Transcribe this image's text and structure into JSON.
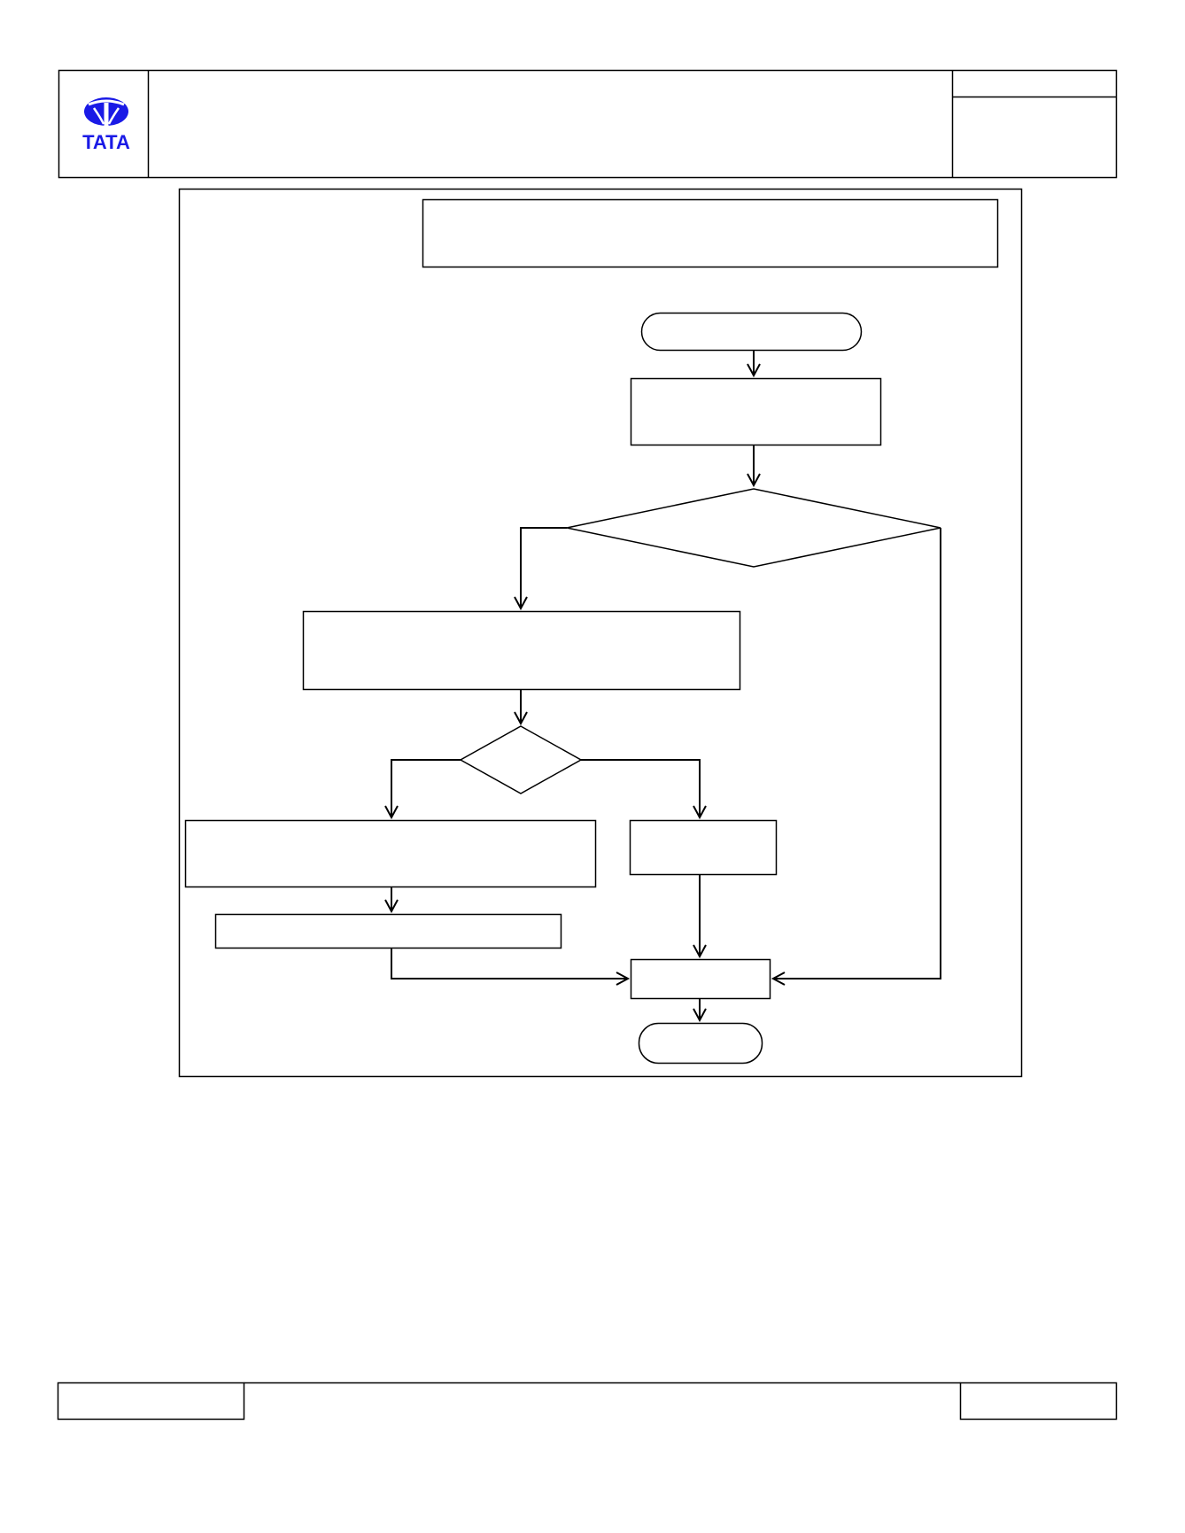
{
  "header": {
    "logo": {
      "icon": "tata-logo-icon",
      "wordmark": "TATA",
      "color": "#1a1ae6"
    }
  },
  "flowchart": {
    "nodes": [
      {
        "id": "title-box",
        "shape": "rectangle",
        "label": ""
      },
      {
        "id": "start-terminal",
        "shape": "terminal",
        "label": ""
      },
      {
        "id": "process-1",
        "shape": "rectangle",
        "label": ""
      },
      {
        "id": "decision-1",
        "shape": "diamond",
        "label": ""
      },
      {
        "id": "process-2",
        "shape": "rectangle",
        "label": ""
      },
      {
        "id": "decision-2",
        "shape": "diamond",
        "label": ""
      },
      {
        "id": "process-3",
        "shape": "rectangle",
        "label": ""
      },
      {
        "id": "process-4",
        "shape": "rectangle",
        "label": ""
      },
      {
        "id": "process-5",
        "shape": "rectangle",
        "label": ""
      },
      {
        "id": "process-6",
        "shape": "rectangle",
        "label": ""
      },
      {
        "id": "end-terminal",
        "shape": "terminal",
        "label": ""
      }
    ],
    "edges": [
      {
        "from": "start-terminal",
        "to": "process-1"
      },
      {
        "from": "process-1",
        "to": "decision-1"
      },
      {
        "from": "decision-1",
        "to": "process-2"
      },
      {
        "from": "decision-1",
        "to": "process-6"
      },
      {
        "from": "process-2",
        "to": "decision-2"
      },
      {
        "from": "decision-2",
        "to": "process-3"
      },
      {
        "from": "decision-2",
        "to": "process-4"
      },
      {
        "from": "process-3",
        "to": "process-5"
      },
      {
        "from": "process-5",
        "to": "process-6"
      },
      {
        "from": "process-4",
        "to": "process-6"
      },
      {
        "from": "process-6",
        "to": "end-terminal"
      }
    ]
  },
  "colors": {
    "line": "#000000",
    "background": "#ffffff"
  }
}
